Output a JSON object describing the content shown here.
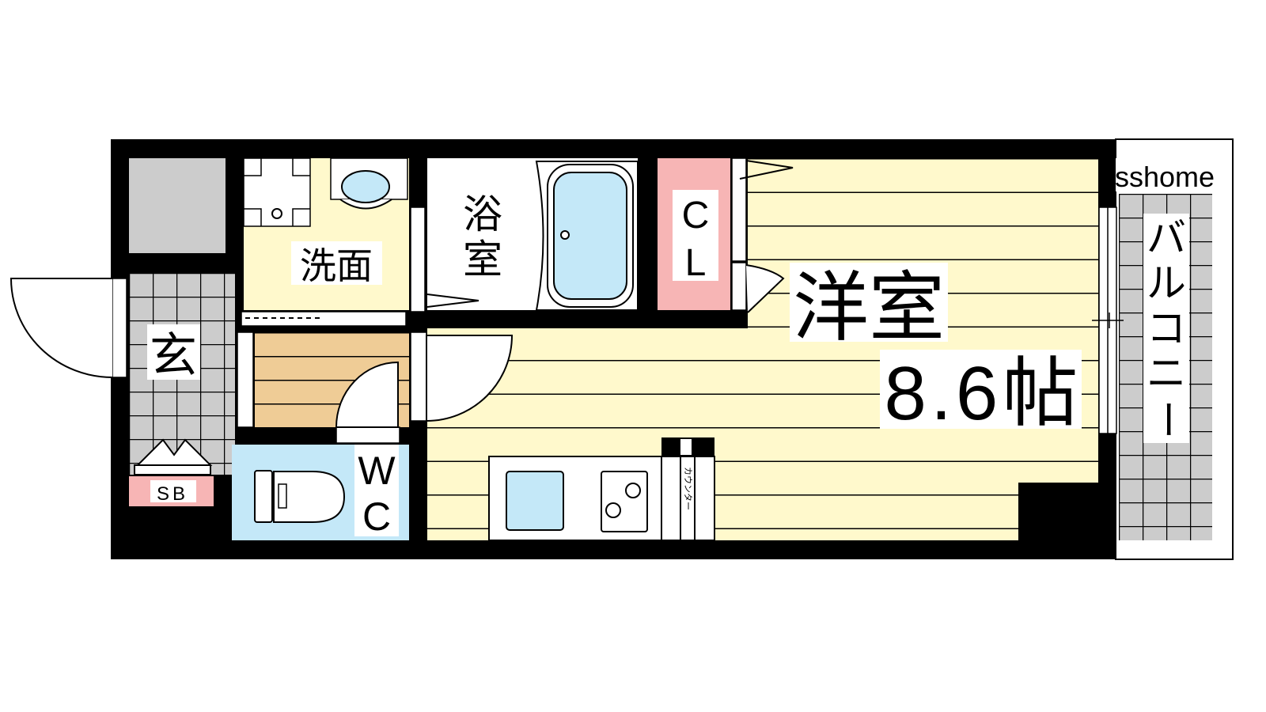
{
  "rooms": {
    "washroom": "洗面",
    "entrance": "玄",
    "bath_1": "浴",
    "bath_2": "室",
    "closet_1": "C",
    "closet_2": "L",
    "western_room": "洋室",
    "western_size": "8.6帖",
    "toilet_1": "W",
    "toilet_2": "C",
    "shoe_box": "SB",
    "counter": "カウンター",
    "balcony": [
      "バ",
      "ル",
      "コ",
      "ニ",
      "ー"
    ]
  },
  "watermark": "sshome",
  "colors": {
    "wall": "#000000",
    "floor_yellow": "#fff9cc",
    "floor_wood": "#efcc96",
    "tile_gray": "#cccccc",
    "water_blue": "#c4e8f8",
    "closet_pink": "#f7b5b5"
  }
}
